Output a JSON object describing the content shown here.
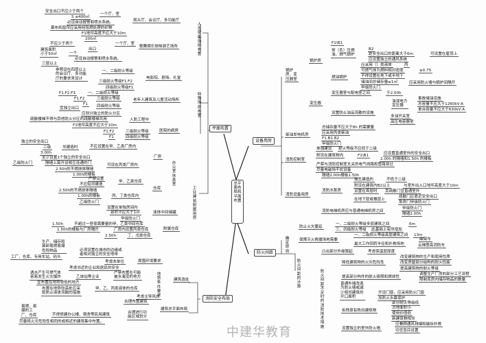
{
  "title": "总平面布局和平面布置",
  "watermark": "中建华教育",
  "nodes": [
    "人员密集场所布置",
    "安全出口不应少于两个",
    "S ≤400㎡",
    "一个厅、室",
    "必设自动报警和喷水系统。",
    "幕布和窗帘应采用经阻燃处理的织物",
    "观众厅、会议厅、多功能厅",
    "F1地坪高度不应大于10m",
    "200㎡",
    "一个厅、室",
    "不应少于两个",
    "出口",
    "建筑面积\n小于50㎡",
    "一个",
    "必设自动报警和喷水系统。",
    "歌舞娱乐放映游艺场所",
    "三层以上",
    "参照设在四层以上\n的会议厅、多功能\n厅的要求来设计",
    "一、二级耐火等级",
    "三级耐火等级F1.F2",
    "四级耐火等级F1",
    "电影院、剧场、礼堂",
    "特殊场所布置",
    "F1.F2.F3",
    "一、二级耐火等级",
    "F1.F2",
    "三级耐火等级",
    "F1",
    "四级耐火等级",
    "宜独立出口",
    "老年人建筑及儿童活动场所",
    "应划分独立的防火分区",
    "疏散楼梯不得与其他防火分区的疏散楼梯共用",
    "人防工程中",
    "F1地坪高度不应大于10m",
    "F1.F2",
    "三级耐火等级",
    "F1",
    "四级耐火等级",
    "医院的病房",
    "平面布置",
    "独立的安全出口",
    "二级",
    "3.00h",
    "邻建造时",
    "不应设置在甲、乙类厂房内",
    "厂房",
    "至少设置1个独立的安全出口",
    "乙级防火门",
    "隔墙上需开设相互连通的门",
    "可设在丙类厂房内",
    "2.50h的不燃烧体隔墙",
    "1.00h的楼板",
    "办公室休息室",
    "严禁设置",
    "不应贴邻建造",
    "甲、乙类仓库",
    "仓库",
    "2.50h的不燃烧体隔墙",
    "1.00h的楼板",
    "丙、丁类仓库内",
    "乙级防火门",
    "工业建筑附属用房",
    "设置在单独房间内",
    "容积不应大于1㎡",
    "液体中间储罐",
    "甲级防火门",
    "1.50h",
    "不超过一昼夜需要量的甲、乙类中间仓库",
    "1.50h的楼板与厂房隔开",
    "厂房内设置丙类仓库",
    "附属仓库",
    "2.50h",
    "丁、戊类仓库",
    "生产、储存和\n装卸易燃易爆\n危险物品",
    "必须设置在城市的边缘或\n者相对独立的安全地带",
    "工厂、仓库、专用车站、码头",
    "考虑本单位",
    "周围环境要求",
    "考虑邻近的企业和居民的安全",
    "遇水产生可燃气体\n容易发生火灾爆炸",
    "乙炔站等企业",
    "严禁布置在可能\n被水淹没的地方",
    "地势条件要求",
    "宜布置在地势较低的地方",
    "建筑选址",
    "布置在地势较高处应采\n取防止液体流散的措施",
    "甲、乙、丙类液体的仓库",
    "考虑主导风向",
    "消防安全布局",
    "合理布置建筑",
    "建筑总平面布局",
    "易燃、易\n爆的工\n厂、仓库",
    "不得修建办公楼、宿舍等民用建筑",
    "合理进行功\n能区域划分",
    "尽量将火灾危险性相同的或相近的建筑集中布置。",
    "F1\\B1",
    "常（负）压燃\n油、燃气锅炉",
    "B2",
    "距安全出口的距离大于6m",
    "可设置在屋顶上",
    "应设置独立的通风系统",
    "锅炉房",
    "锅炉\n房、变\n压器室",
    "应采用（）类液体",
    "丙",
    "可燃气体为燃料相对密度",
    "≥0.75",
    "不得设置在地下或半地下",
    "燃油锅炉",
    "储油间总储存量≤1㎡",
    "应采用防火墙与锅炉间隔开",
    "甲级防火门",
    "变压器室与配电室之间",
    "于2.00h",
    "变压器",
    "油浸电力\n变压器",
    "事故储油设施",
    "总容量不应大于1260kV·A",
    "单台容量不应大于630kV·A",
    "设置防止油品流散的设施",
    "多油开关室",
    "高压电容器室",
    "设备用房",
    "总储存量不应大于8h 的需要量",
    "柴油发电机房",
    "应采用丙类柴油",
    "F1.B1.B2",
    "甲级防火门",
    "单独建设",
    "耐火等级不应低于二级",
    "附设在建筑物内",
    "F1\\B1",
    "应设置直通室外的安全出口",
    "2.00h 的隔墙和1.50h 的楼板",
    "消防控制室",
    "严禁与消防控制室无关的电气线路和管路穿过",
    "尽量电磁场干扰设备",
    "隔墙2.00h楼板1.50h",
    "独立建造的",
    "不低于二级",
    "附设在建筑内B2以上",
    "与室外出入口地坪高度大于10m",
    "消防水泵房",
    "设置在首层时",
    "其疏散门宜直通室外",
    "消防设备用房",
    "疏散门应靠近安全出口",
    "在地下层或楼层上",
    "泵房门甲级防火门",
    "甲级防火门",
    "消防电梯机房应与普通电梯机房之间",
    "隔墙2.00h",
    "一、二级耐火等级多层建筑之间",
    "6m",
    "防止火灾蔓延",
    "三、四级耐火等级",
    "此基础上有所增加",
    "确定原则",
    "一、二级耐火等级高层建筑之间",
    "13m",
    "保障灭火救援场地需要",
    "曲臂车",
    "最大工作回转半径和扑救场地",
    "云梯登高消防车",
    "防火间距",
    "凸出部分外缘算起",
    "考虑保温层厚度",
    "防火间距的计算",
    "改变建筑物的生产和使用性质",
    "降低建筑物的火灾危险性",
    "改变房屋部分结构的耐火性能",
    "提高建筑物的耐火等级",
    "调整生产厂房的部分工艺流程",
    "提高部分构件的耐火极限和燃烧性",
    "限制库房内储存物品的数量",
    "防火间距不足时的消防技术措施",
    "普通外墙改造\n为防火墙或减\n少相邻建筑的\n开口面积",
    "开设门窗，应采用防火门窗",
    "加防火水幕保护",
    "部分耐火等级低",
    "占地面积小",
    "拆除原有陈旧建筑物",
    "使用价值低",
    "新建筑物相邻",
    "应兼顾通风排烟和破拆扑救",
    "设置独立的室外防火墙",
    "切忌盲目设置"
  ]
}
